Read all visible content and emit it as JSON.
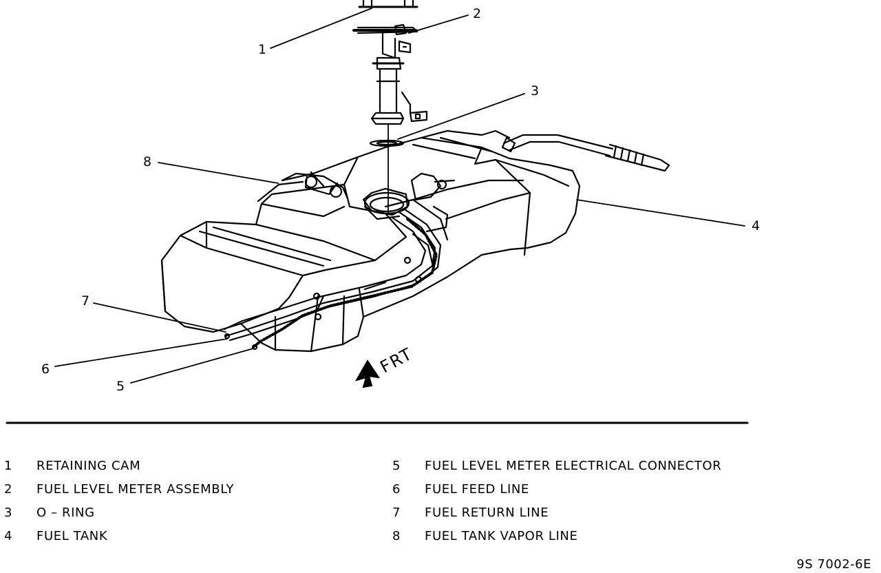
{
  "diagram": {
    "callouts": [
      "1",
      "2",
      "3",
      "4",
      "5",
      "6",
      "7",
      "8"
    ],
    "direction_label": "FRT"
  },
  "legend": [
    {
      "num": "1",
      "label": "RETAINING CAM"
    },
    {
      "num": "2",
      "label": "FUEL LEVEL METER ASSEMBLY"
    },
    {
      "num": "3",
      "label": "O – RING"
    },
    {
      "num": "4",
      "label": "FUEL TANK"
    },
    {
      "num": "5",
      "label": "FUEL LEVEL METER ELECTRICAL CONNECTOR"
    },
    {
      "num": "6",
      "label": "FUEL FEED LINE"
    },
    {
      "num": "7",
      "label": "FUEL RETURN LINE"
    },
    {
      "num": "8",
      "label": "FUEL TANK VAPOR LINE"
    }
  ],
  "figure_id": "9S 7002-6E"
}
